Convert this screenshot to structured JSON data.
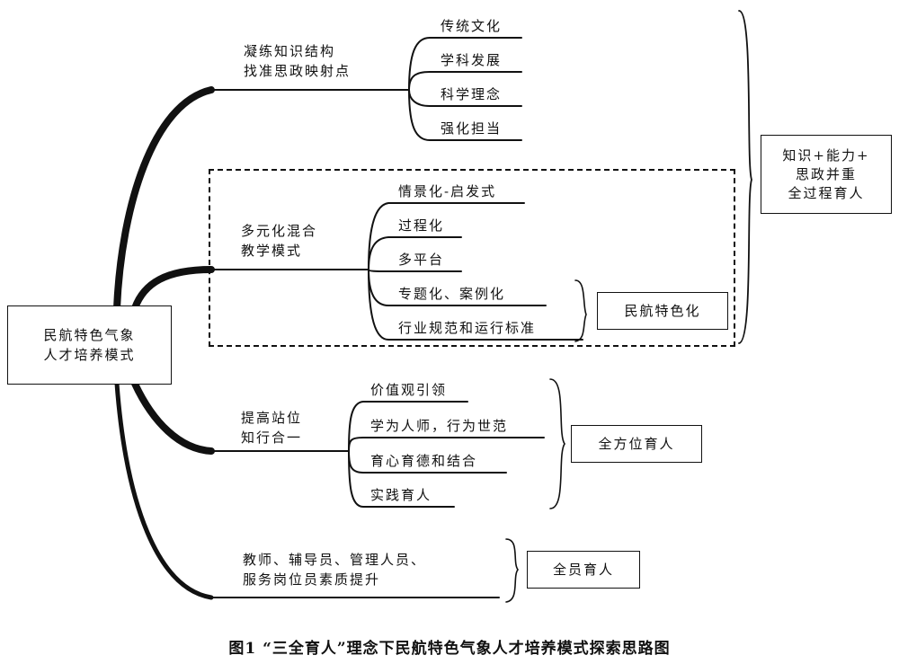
{
  "root": {
    "line1": "民航特色气象",
    "line2": "人才培养模式"
  },
  "branch1": {
    "line1": "凝练知识结构",
    "line2": "找准思政映射点",
    "leaves": [
      "传统文化",
      "学科发展",
      "科学理念",
      "强化担当"
    ]
  },
  "branch2": {
    "line1": "多元化混合",
    "line2": "教学模式",
    "leaves": [
      "情景化-启发式",
      "过程化",
      "多平台",
      "专题化、案例化",
      "行业规范和运行标准"
    ],
    "group_label": "民航特色化"
  },
  "branch3": {
    "line1": "提高站位",
    "line2": "知行合一",
    "leaves": [
      "价值观引领",
      "学为人师，行为世范",
      "育心育德和结合",
      "实践育人"
    ],
    "group_label": "全方位育人"
  },
  "branch4": {
    "line1": "教师、辅导员、管理人员、",
    "line2": "服务岗位员素质提升",
    "group_label": "全员育人"
  },
  "summary": {
    "line1": "知识+能力+",
    "line2": "思政并重",
    "line3": "全过程育人"
  },
  "caption": "图1   “三全育人”理念下民航特色气象人才培养模式探索思路图"
}
